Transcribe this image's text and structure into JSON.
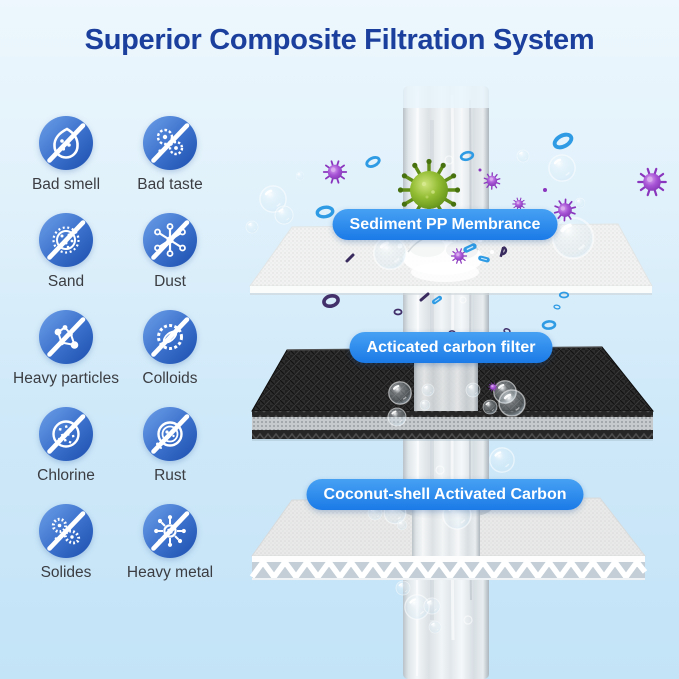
{
  "title": "Superior Composite Filtration System",
  "colors": {
    "title_text": "#1b3f9c",
    "background_top": "#edf7fd",
    "background_bottom": "#c3e3f7",
    "icon_circle_light": "#6da0e8",
    "icon_circle_dark": "#1d4fae",
    "label_text": "#3b3d42",
    "pill_blue": "#2287ee",
    "pill_text": "#ffffff"
  },
  "contaminants": [
    {
      "icon": "bad-smell-icon",
      "label": "Bad smell"
    },
    {
      "icon": "bad-taste-icon",
      "label": "Bad taste"
    },
    {
      "icon": "sand-icon",
      "label": "Sand"
    },
    {
      "icon": "dust-icon",
      "label": "Dust"
    },
    {
      "icon": "heavy-particles-icon",
      "label": "Heavy particles"
    },
    {
      "icon": "colloids-icon",
      "label": "Colloids"
    },
    {
      "icon": "chlorine-icon",
      "label": "Chlorine"
    },
    {
      "icon": "rust-icon",
      "label": "Rust"
    },
    {
      "icon": "solides-icon",
      "label": "Solides"
    },
    {
      "icon": "heavy-metal-icon",
      "label": "Heavy metal"
    }
  ],
  "filter_layers": [
    {
      "label": "Sediment PP Membrance"
    },
    {
      "label": "Acticated carbon filter"
    },
    {
      "label": "Coconut-shell Activated Carbon"
    }
  ]
}
